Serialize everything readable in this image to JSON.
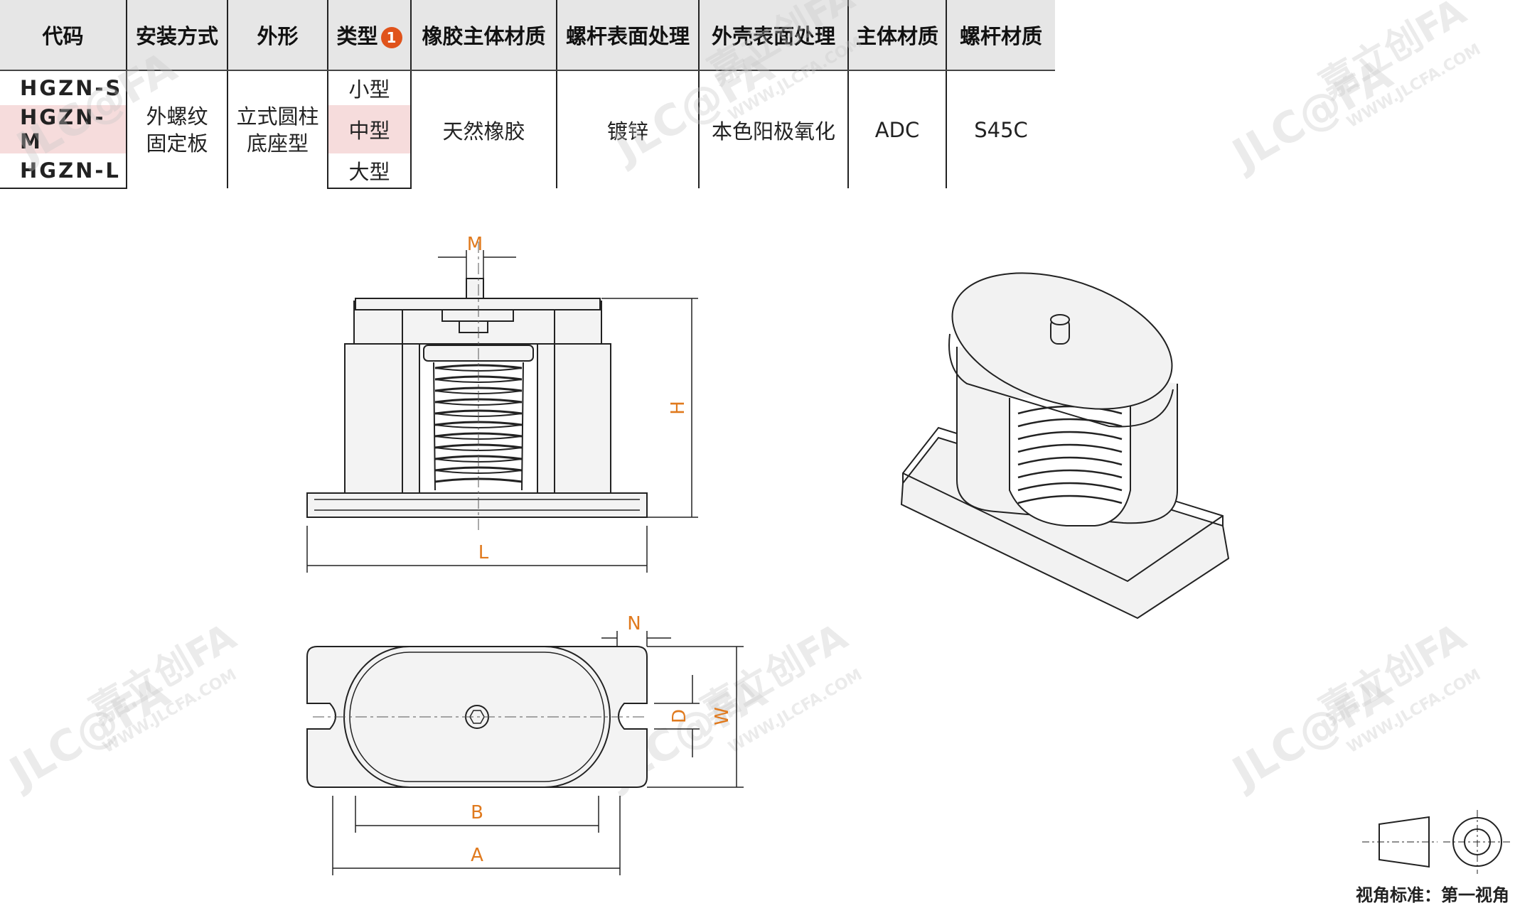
{
  "table": {
    "headers": [
      "代码",
      "安装方式",
      "外形",
      "类型",
      "橡胶主体材质",
      "螺杆表面处理",
      "外壳表面处理",
      "主体材质",
      "螺杆材质"
    ],
    "type_badge": "1",
    "codes": [
      "HGZN-S",
      "HGZN-M",
      "HGZN-L"
    ],
    "install_line1": "外螺纹",
    "install_line2": "固定板",
    "shape_line1": "立式圆柱",
    "shape_line2": "底座型",
    "types": [
      "小型",
      "中型",
      "大型"
    ],
    "rubber": "天然橡胶",
    "screw_surface": "镀锌",
    "shell_surface": "本色阳极氧化",
    "body_material": "ADC",
    "screw_material": "S45C"
  },
  "dims": {
    "M": "M",
    "H": "H",
    "L": "L",
    "N": "N",
    "D": "D",
    "W": "W",
    "B": "B",
    "A": "A"
  },
  "view_label": "视角标准：第一视角",
  "watermark": {
    "brand": "JLC@FA",
    "cn": "嘉立创FA",
    "url": "WWW.JLCFA.COM"
  },
  "colors": {
    "dimension": "#e07a1e",
    "code": "#2d5f86",
    "highlight": "#f6dcdc",
    "badge": "#e0531b"
  }
}
